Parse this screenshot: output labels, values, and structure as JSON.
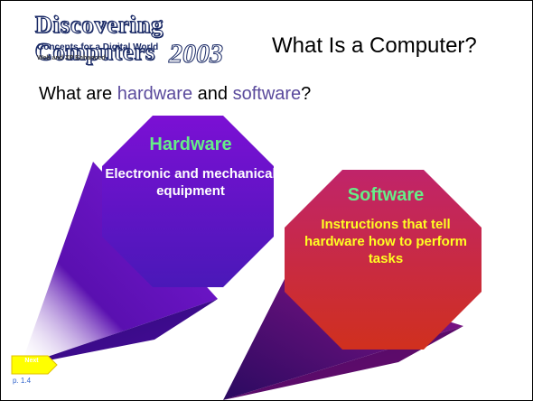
{
  "logo": {
    "brand": "Discovering Computers",
    "tagline": "Concepts for a Digital World",
    "edition": "Web and XP Enhanced",
    "year": "2003"
  },
  "slide": {
    "title": "What Is a Computer?",
    "question": {
      "prefix": "What are ",
      "term1": "hardware",
      "middle": " and ",
      "term2": "software",
      "suffix": "?"
    }
  },
  "hardware": {
    "heading": "Hardware",
    "description": "Electronic and mechanical equipment"
  },
  "software": {
    "heading": "Software",
    "description": "Instructions that tell hardware how to perform tasks"
  },
  "nav": {
    "next_label": "Next",
    "page_ref": "p. 1.4"
  },
  "colors": {
    "hardware_fill": "#6a14c8",
    "software_fill": "#c8281e",
    "heading": "#66ee88",
    "software_text": "#ffff22",
    "keyword": "#5a4a9c",
    "next_button": "#ffff00"
  }
}
